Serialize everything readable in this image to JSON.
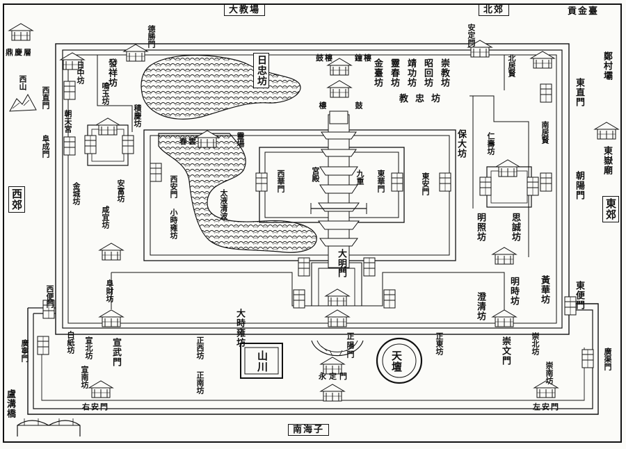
{
  "edges": {
    "top_left": "大教場",
    "top_center": "北郊",
    "top_right": "貢金臺",
    "left": "西郊",
    "right": "東郊",
    "bottom": "南海子"
  },
  "outside": {
    "top_left": [
      "鼎",
      "慶",
      "層"
    ],
    "west_hill": "西山",
    "east_village": "鄭村壩",
    "east_temple": "東嶽廟",
    "bridge": "盧溝橋"
  },
  "gates": {
    "desheng": "德勝門",
    "anding": "安定門",
    "xizhi": "西直門",
    "fucheng": "阜成門",
    "dongzhi": "東直門",
    "chaoyang": "朝陽門",
    "xibian": "西便門",
    "dongbian": "東便門",
    "guanganmen": "廣寧門",
    "guangqumen": "廣渠門",
    "xuanwu": "宣武門",
    "chongwen": "崇文門",
    "zhengyang": "正陽門",
    "yongding": "永定門",
    "youan": "右安門",
    "zuoan": "左安門"
  },
  "imperial": {
    "daming": "大明門",
    "donghua": "東華門",
    "xihua": "西華門",
    "xian": "西安門",
    "dongan": "東安門",
    "gongdian": "宮殿",
    "jiuchong": "九重",
    "chunyun": "春雲",
    "lingchang": "靈場",
    "lake": "太液清波"
  },
  "wards": {
    "rizhong": "日忠坊",
    "fashang": "發祥坊",
    "riiang": "日中坊",
    "jishan": "積慶坊",
    "mingyu": "鳴玉坊",
    "zhaolai": "朝天宮",
    "anfu": "安富坊",
    "jincheng": "金城坊",
    "xianyi": "咸宜坊",
    "xiaoshi": "小時雍坊",
    "fuzhi": "阜財坊",
    "dashiyong": "大時雍坊",
    "zhaohui": "昭回坊",
    "jingong": "靖功坊",
    "chongjiao": "崇教坊",
    "lingchun": "靈春坊",
    "jintai": "金臺坊",
    "jiaozhong": "教忠坊",
    "baoda": "保大坊",
    "renshou": "仁壽坊",
    "beiju": "北居賢",
    "nanju": "南居賢",
    "siren": "思誠坊",
    "mingzhao": "明照坊",
    "mingshi": "明時坊",
    "huanghua": "黃華坊",
    "chengqing": "澄清坊",
    "zhengxi": "正西坊",
    "zhengnan": "正南坊",
    "zhengdong": "正東坊",
    "chongbei": "崇北坊",
    "chongnan": "崇南坊",
    "xuannan": "宣南坊",
    "xuanbei": "宣北坊",
    "baifang": "白紙坊",
    "gulou": "鼓樓",
    "zhonglou": "鐘樓",
    "gu": "鼓",
    "lou": "樓"
  },
  "temples": {
    "tiantan": "天壇",
    "shannong": "山川"
  }
}
